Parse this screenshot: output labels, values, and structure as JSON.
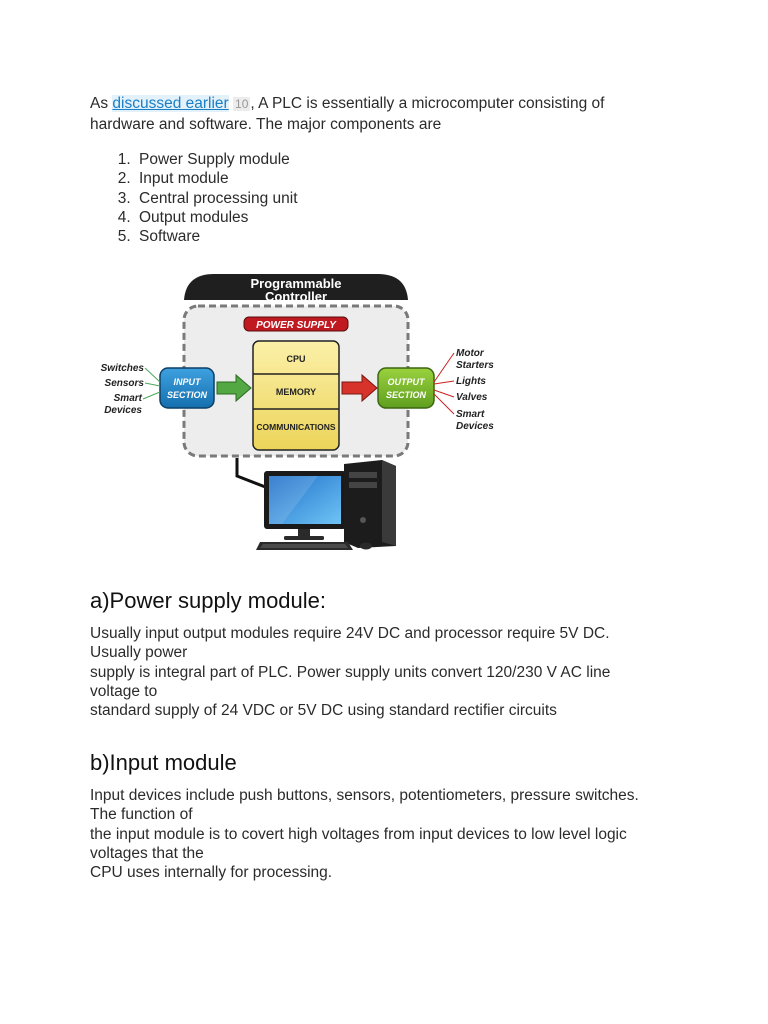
{
  "intro": {
    "prefix": "As ",
    "link_text": "discussed earlier",
    "citation": "10",
    "text_line1": ", A PLC is essentially a microcomputer consisting of",
    "text_line2": "hardware and software. The major components are"
  },
  "components": [
    "Power Supply module",
    "Input module",
    "Central processing unit",
    "Output modules",
    "Software"
  ],
  "diagram": {
    "header_line1": "Programmable",
    "header_line2": "Controller",
    "power_supply": "POWER SUPPLY",
    "cpu_blocks": [
      "CPU",
      "MEMORY",
      "COMMUNICATIONS"
    ],
    "input_section": [
      "INPUT",
      "SECTION"
    ],
    "output_section": [
      "OUTPUT",
      "SECTION"
    ],
    "inputs": [
      "Switches",
      "Sensors",
      "Smart",
      "Devices"
    ],
    "outputs": [
      "Motor",
      "Starters",
      "Lights",
      "Valves",
      "Smart",
      "Devices"
    ]
  },
  "sections": [
    {
      "heading": "a)Power supply module:",
      "lines": [
        "Usually input output modules require 24V DC and processor require 5V DC.",
        "Usually power",
        "supply is integral part of PLC. Power supply units convert 120/230 V AC line",
        "voltage to",
        "standard supply of 24 VDC or 5V DC using standard rectifier circuits"
      ]
    },
    {
      "heading": "b)Input module",
      "lines": [
        "Input devices include push buttons, sensors, potentiometers, pressure switches.",
        "The function of",
        "the input module is to covert high voltages from input devices to low level logic",
        "voltages that the",
        "CPU uses internally for processing."
      ]
    }
  ],
  "colors": {
    "link": "#1a7fc4",
    "input_box": "#1d7fc1",
    "output_box": "#7ab82c",
    "cpu_box": "#f2df7a",
    "power_supply": "#c0191f",
    "arrow_in": "#53a844",
    "arrow_out": "#d8332b"
  }
}
